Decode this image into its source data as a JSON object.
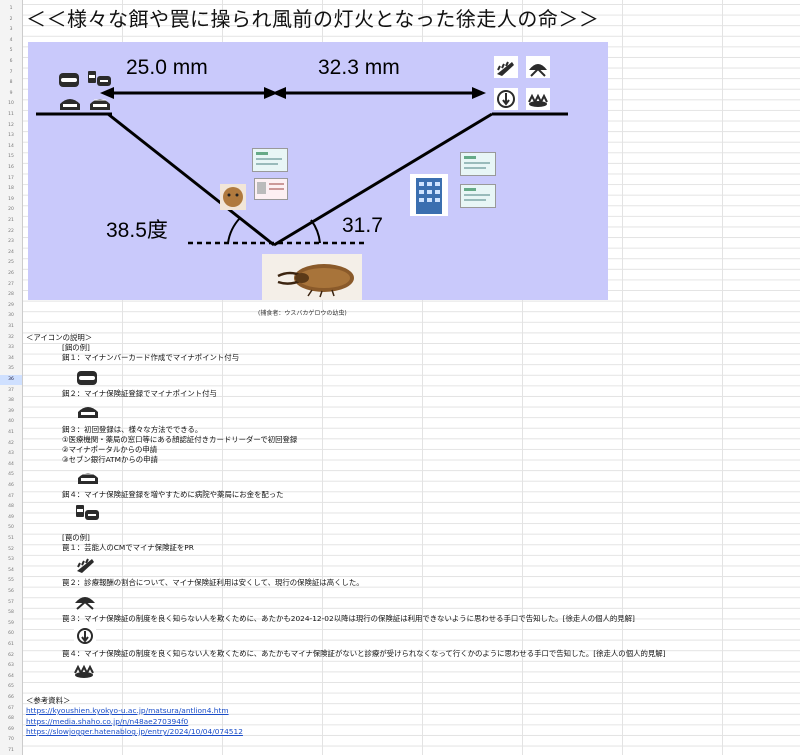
{
  "title": "＜＜様々な餌や罠に操られ風前の灯火となった徐走人の命＞＞",
  "diagram": {
    "left_distance": "25.0 mm",
    "right_distance": "32.3 mm",
    "left_angle": "38.5度",
    "right_angle": "31.7",
    "caption": "(捕食者：ウスバカゲロウの幼虫)"
  },
  "legend": {
    "heading": "＜アイコンの説明＞",
    "bait_heading": "[餌の例]",
    "bait1": "餌１：マイナンバーカード作成でマイナポイント付与",
    "bait2": "餌２：マイナ保険証登録でマイナポイント付与",
    "bait3": "餌３：初回登録は、様々な方法でできる。",
    "bait3_a": "①医療機関・薬局の窓口等にある顔認証付きカードリーダーで初回登録",
    "bait3_b": "②マイナポータルからの申請",
    "bait3_c": "③セブン銀行ATMからの申請",
    "bait4": "餌４：マイナ保険証登録を増やすために病院や薬局にお金を配った",
    "trap_heading": "[罠の例]",
    "trap1": "罠１：芸能人のCMでマイナ保険証をPR",
    "trap2": "罠２：診療報酬の割合について、マイナ保険証利用は安くして、現行の保険証は高くした。",
    "trap3": "罠３：マイナ保険証の制度を良く知らない人を欺くために、あたかも2024-12-02以降は現行の保険証は利用できないように思わせる手口で告知した。[徐走人の個人的見解]",
    "trap4": "罠４：マイナ保険証の制度を良く知らない人を欺くために、あたかもマイナ保険証がないと診療が受けられなくなって行くかのように思わせる手口で告知した。[徐走人の個人的見解]"
  },
  "references": {
    "heading": "＜参考資料＞",
    "links": [
      "https://kyoushien.kyokyo-u.ac.jp/matsura/antlion4.htm",
      "https://media.shaho.co.jp/n/n48ae270394f0",
      "https://slowjogger.hatenablog.jp/entry/2024/10/04/074512"
    ]
  },
  "colors": {
    "diagram_bg": "#c9c9fb",
    "link": "#1a4dc8",
    "selected_row": "#cfe0ff"
  }
}
